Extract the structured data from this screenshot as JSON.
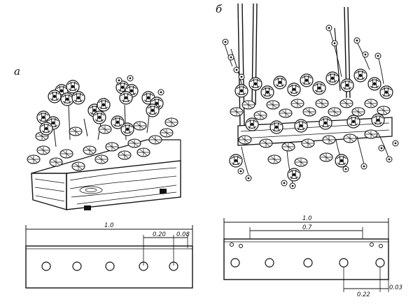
{
  "figure": {
    "panel_a": {
      "label": "а",
      "plank": {
        "total_length": "1.0",
        "hole_spacing": "0.20",
        "end_offset": "0.08",
        "hole_count": 5
      }
    },
    "panel_b": {
      "label": "б",
      "plank": {
        "total_length": "1.0",
        "inner_length": "0.7",
        "hole_spacing": "0.22",
        "end_offset": "0.03",
        "hole_count": 5
      }
    }
  }
}
